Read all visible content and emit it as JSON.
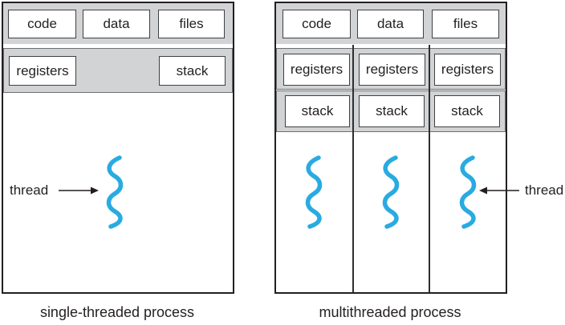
{
  "left_process": {
    "caption": "single-threaded process",
    "code": "code",
    "data": "data",
    "files": "files",
    "registers": "registers",
    "stack": "stack",
    "thread_label": "thread"
  },
  "right_process": {
    "caption": "multithreaded process",
    "code": "code",
    "data": "data",
    "files": "files",
    "columns": [
      {
        "registers": "registers",
        "stack": "stack"
      },
      {
        "registers": "registers",
        "stack": "stack"
      },
      {
        "registers": "registers",
        "stack": "stack"
      }
    ],
    "thread_label": "thread"
  },
  "colors": {
    "thread_blue": "#29abe2",
    "panel_gray": "#d1d3d4",
    "outline_dark": "#231f20",
    "band_border_gray": "#6d6e71"
  }
}
